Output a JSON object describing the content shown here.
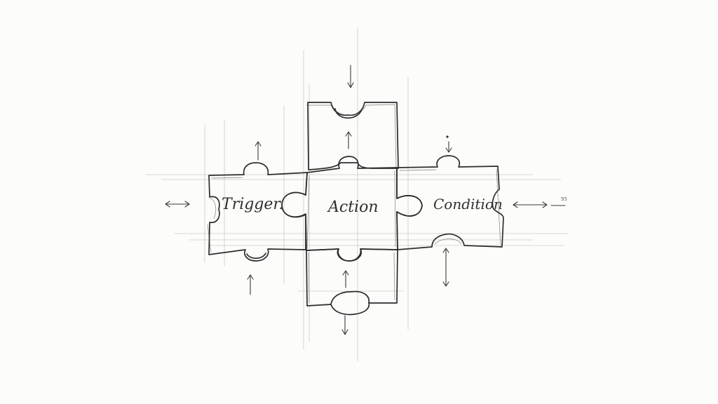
{
  "diagram": {
    "pieces": [
      {
        "id": "trigger",
        "label": "Trigger."
      },
      {
        "id": "action",
        "label": "Action"
      },
      {
        "id": "condition",
        "label": "Condition"
      }
    ],
    "side_mark": "95"
  },
  "colors": {
    "ink": "#2d2d2d",
    "guide": "#b9b9b2",
    "paper": "#fcfcfb"
  },
  "icons": [
    "arrow-icon",
    "double-arrow-icon"
  ]
}
